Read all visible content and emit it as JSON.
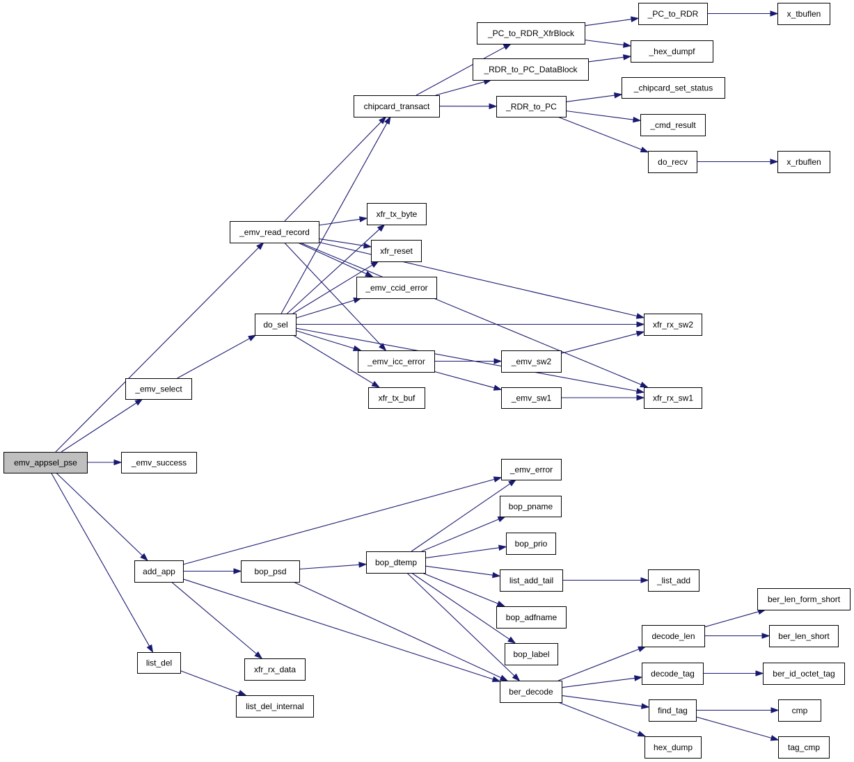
{
  "graph": {
    "title": "",
    "root": "emv_appsel_pse",
    "colors": {
      "edge": "#191970",
      "root_fill": "#bfbfbf",
      "node_fill": "#ffffff",
      "border": "#000000"
    },
    "nodes": [
      {
        "id": "emv_appsel_pse",
        "label": "emv_appsel_pse"
      },
      {
        "id": "emv_read_record",
        "label": "_emv_read_record"
      },
      {
        "id": "emv_select",
        "label": "_emv_select"
      },
      {
        "id": "emv_success",
        "label": "_emv_success"
      },
      {
        "id": "add_app",
        "label": "add_app"
      },
      {
        "id": "list_del",
        "label": "list_del"
      },
      {
        "id": "do_sel",
        "label": "do_sel"
      },
      {
        "id": "chipcard_transact",
        "label": "chipcard_transact"
      },
      {
        "id": "xfr_tx_byte",
        "label": "xfr_tx_byte"
      },
      {
        "id": "xfr_reset",
        "label": "xfr_reset"
      },
      {
        "id": "emv_ccid_error",
        "label": "_emv_ccid_error"
      },
      {
        "id": "emv_icc_error",
        "label": "_emv_icc_error"
      },
      {
        "id": "xfr_tx_buf",
        "label": "xfr_tx_buf"
      },
      {
        "id": "pc_to_rdr_xfrblock",
        "label": "_PC_to_RDR_XfrBlock"
      },
      {
        "id": "rdr_to_pc_datablock",
        "label": "_RDR_to_PC_DataBlock"
      },
      {
        "id": "rdr_to_pc",
        "label": "_RDR_to_PC"
      },
      {
        "id": "pc_to_rdr",
        "label": "_PC_to_RDR"
      },
      {
        "id": "hex_dumpf",
        "label": "_hex_dumpf"
      },
      {
        "id": "x_tbuflen",
        "label": "x_tbuflen"
      },
      {
        "id": "chipcard_set_status",
        "label": "_chipcard_set_status"
      },
      {
        "id": "cmd_result",
        "label": "_cmd_result"
      },
      {
        "id": "do_recv",
        "label": "do_recv"
      },
      {
        "id": "x_rbuflen",
        "label": "x_rbuflen"
      },
      {
        "id": "xfr_rx_sw2",
        "label": "xfr_rx_sw2"
      },
      {
        "id": "xfr_rx_sw1",
        "label": "xfr_rx_sw1"
      },
      {
        "id": "emv_sw2",
        "label": "_emv_sw2"
      },
      {
        "id": "emv_sw1",
        "label": "_emv_sw1"
      },
      {
        "id": "emv_error",
        "label": "_emv_error"
      },
      {
        "id": "bop_pname",
        "label": "bop_pname"
      },
      {
        "id": "bop_prio",
        "label": "bop_prio"
      },
      {
        "id": "list_add_tail",
        "label": "list_add_tail"
      },
      {
        "id": "list_add",
        "label": "_list_add"
      },
      {
        "id": "bop_adfname",
        "label": "bop_adfname"
      },
      {
        "id": "bop_label",
        "label": "bop_label"
      },
      {
        "id": "bop_psd",
        "label": "bop_psd"
      },
      {
        "id": "bop_dtemp",
        "label": "bop_dtemp"
      },
      {
        "id": "xfr_rx_data",
        "label": "xfr_rx_data"
      },
      {
        "id": "list_del_internal",
        "label": "list_del_internal"
      },
      {
        "id": "ber_decode",
        "label": "ber_decode"
      },
      {
        "id": "decode_len",
        "label": "decode_len"
      },
      {
        "id": "decode_tag",
        "label": "decode_tag"
      },
      {
        "id": "find_tag",
        "label": "find_tag"
      },
      {
        "id": "hex_dump",
        "label": "hex_dump"
      },
      {
        "id": "ber_len_form_short",
        "label": "ber_len_form_short"
      },
      {
        "id": "ber_len_short",
        "label": "ber_len_short"
      },
      {
        "id": "ber_id_octet_tag",
        "label": "ber_id_octet_tag"
      },
      {
        "id": "cmp",
        "label": "cmp"
      },
      {
        "id": "tag_cmp",
        "label": "tag_cmp"
      }
    ],
    "edges": [
      [
        "emv_appsel_pse",
        "emv_read_record"
      ],
      [
        "emv_appsel_pse",
        "emv_select"
      ],
      [
        "emv_appsel_pse",
        "emv_success"
      ],
      [
        "emv_appsel_pse",
        "add_app"
      ],
      [
        "emv_appsel_pse",
        "list_del"
      ],
      [
        "emv_read_record",
        "chipcard_transact"
      ],
      [
        "emv_read_record",
        "xfr_rx_sw2"
      ],
      [
        "emv_read_record",
        "xfr_tx_byte"
      ],
      [
        "emv_read_record",
        "xfr_reset"
      ],
      [
        "emv_read_record",
        "emv_ccid_error"
      ],
      [
        "emv_read_record",
        "emv_icc_error"
      ],
      [
        "emv_read_record",
        "xfr_rx_sw1"
      ],
      [
        "emv_select",
        "do_sel"
      ],
      [
        "do_sel",
        "chipcard_transact"
      ],
      [
        "do_sel",
        "xfr_tx_byte"
      ],
      [
        "do_sel",
        "xfr_reset"
      ],
      [
        "do_sel",
        "emv_ccid_error"
      ],
      [
        "do_sel",
        "xfr_rx_sw2"
      ],
      [
        "do_sel",
        "emv_icc_error"
      ],
      [
        "do_sel",
        "xfr_tx_buf"
      ],
      [
        "do_sel",
        "xfr_rx_sw1"
      ],
      [
        "chipcard_transact",
        "pc_to_rdr_xfrblock"
      ],
      [
        "chipcard_transact",
        "rdr_to_pc_datablock"
      ],
      [
        "chipcard_transact",
        "rdr_to_pc"
      ],
      [
        "pc_to_rdr_xfrblock",
        "pc_to_rdr"
      ],
      [
        "pc_to_rdr_xfrblock",
        "hex_dumpf"
      ],
      [
        "pc_to_rdr",
        "x_tbuflen"
      ],
      [
        "rdr_to_pc_datablock",
        "hex_dumpf"
      ],
      [
        "rdr_to_pc",
        "chipcard_set_status"
      ],
      [
        "rdr_to_pc",
        "cmd_result"
      ],
      [
        "rdr_to_pc",
        "do_recv"
      ],
      [
        "do_recv",
        "x_rbuflen"
      ],
      [
        "emv_icc_error",
        "emv_sw2"
      ],
      [
        "emv_icc_error",
        "emv_sw1"
      ],
      [
        "emv_sw2",
        "xfr_rx_sw2"
      ],
      [
        "emv_sw1",
        "xfr_rx_sw1"
      ],
      [
        "add_app",
        "emv_error"
      ],
      [
        "add_app",
        "bop_psd"
      ],
      [
        "add_app",
        "ber_decode"
      ],
      [
        "add_app",
        "xfr_rx_data"
      ],
      [
        "bop_psd",
        "bop_dtemp"
      ],
      [
        "bop_psd",
        "ber_decode"
      ],
      [
        "bop_dtemp",
        "emv_error"
      ],
      [
        "bop_dtemp",
        "bop_pname"
      ],
      [
        "bop_dtemp",
        "bop_prio"
      ],
      [
        "bop_dtemp",
        "list_add_tail"
      ],
      [
        "bop_dtemp",
        "bop_adfname"
      ],
      [
        "bop_dtemp",
        "bop_label"
      ],
      [
        "bop_dtemp",
        "ber_decode"
      ],
      [
        "list_add_tail",
        "list_add"
      ],
      [
        "list_del",
        "list_del_internal"
      ],
      [
        "ber_decode",
        "decode_len"
      ],
      [
        "ber_decode",
        "decode_tag"
      ],
      [
        "ber_decode",
        "find_tag"
      ],
      [
        "ber_decode",
        "hex_dump"
      ],
      [
        "decode_len",
        "ber_len_form_short"
      ],
      [
        "decode_len",
        "ber_len_short"
      ],
      [
        "decode_tag",
        "ber_id_octet_tag"
      ],
      [
        "find_tag",
        "cmp"
      ],
      [
        "find_tag",
        "tag_cmp"
      ]
    ]
  }
}
